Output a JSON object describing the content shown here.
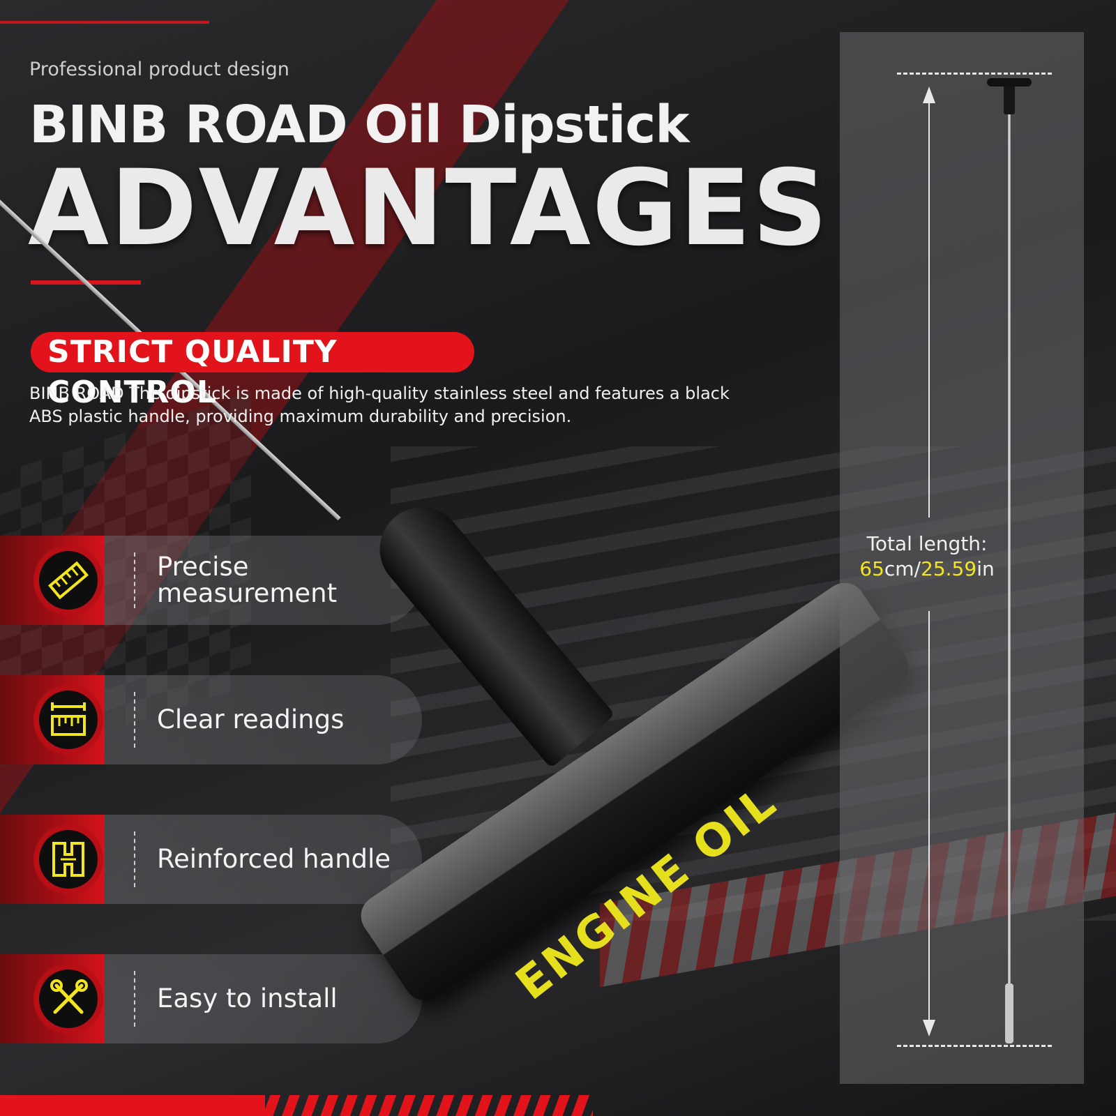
{
  "header": {
    "subtitle": "Professional product design",
    "title": "BINB ROAD Oil Dipstick",
    "headline": "ADVANTAGES"
  },
  "quality": {
    "badge": "STRICT QUALITY CONTROL",
    "description": "BINB ROAD The dipstick is made of high-quality stainless steel and features a black ABS plastic handle, providing maximum durability and precision."
  },
  "features": [
    {
      "icon": "ruler-icon",
      "label": "Precise measurement"
    },
    {
      "icon": "gauge-scale-icon",
      "label": "Clear readings"
    },
    {
      "icon": "handle-icon",
      "label": "Reinforced handle"
    },
    {
      "icon": "tools-icon",
      "label": "Easy to install"
    }
  ],
  "product": {
    "handle_text": "ENGINE OIL"
  },
  "dimension": {
    "label": "Total length:",
    "cm_value": "65",
    "cm_unit": "cm/",
    "in_value": "25.59",
    "in_unit": "in"
  },
  "colors": {
    "accent_red": "#e3131b",
    "highlight_yellow": "#f3e61e",
    "background": "#1b1b1d"
  }
}
